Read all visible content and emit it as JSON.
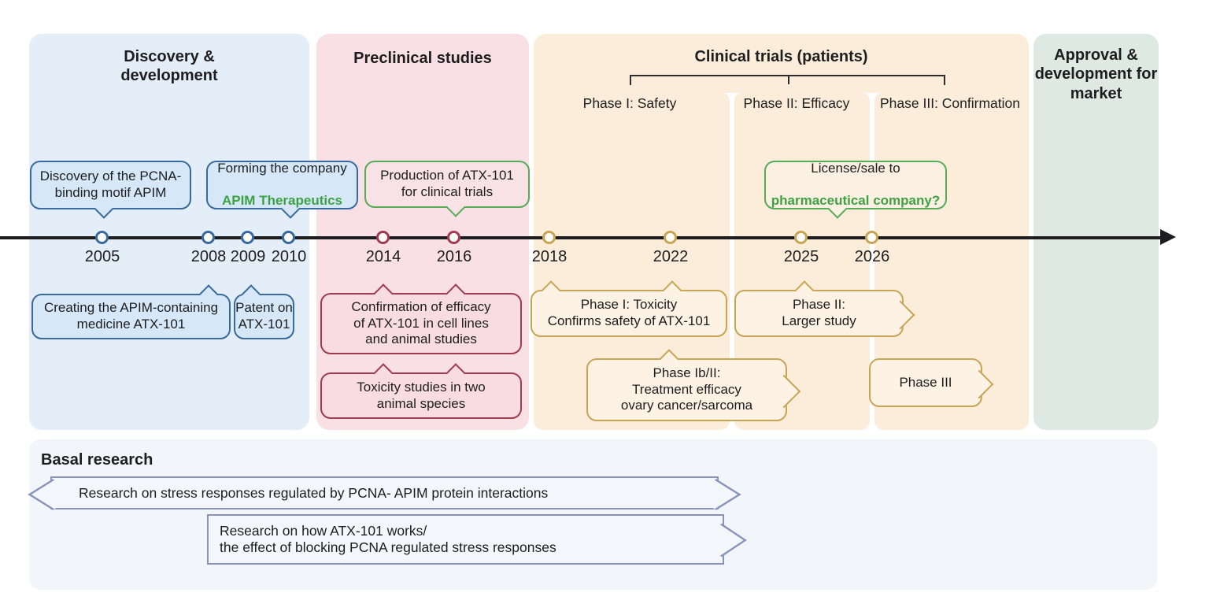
{
  "sections": {
    "discovery": {
      "title": "Discovery &\ndevelopment"
    },
    "preclinical": {
      "title": "Preclinical studies"
    },
    "clinical": {
      "title": "Clinical trials (patients)",
      "phases": [
        {
          "label": "Phase I: Safety"
        },
        {
          "label": "Phase II: Efficacy"
        },
        {
          "label": "Phase III: Confirmation"
        }
      ]
    },
    "approval": {
      "title": "Approval &\ndevelopment for\nmarket"
    }
  },
  "timeline": {
    "years": [
      "2005",
      "2008",
      "2009",
      "2010",
      "2014",
      "2016",
      "2018",
      "2022",
      "2025",
      "2026"
    ]
  },
  "bubbles": {
    "discovery_apim": {
      "text": "Discovery of the PCNA-\nbinding motif APIM"
    },
    "forming_company": {
      "line1": "Forming the company",
      "line2": "APIM Therapeutics"
    },
    "production": {
      "text": "Production of ATX-101\nfor clinical trials"
    },
    "license_sale": {
      "line1": "License/sale to",
      "line2": "pharmaceutical company?"
    },
    "creating_medicine": {
      "text": "Creating the APIM-containing\nmedicine ATX-101"
    },
    "patent": {
      "text": "Patent on\nATX-101"
    },
    "efficacy_confirmation": {
      "text": "Confirmation of efficacy\nof ATX-101 in cell lines\nand animal studies"
    },
    "toxicity_studies": {
      "text": "Toxicity studies in two\nanimal species"
    },
    "phase1_toxicity": {
      "text": "Phase I: Toxicity\nConfirms safety of ATX-101"
    },
    "phase2_larger": {
      "text": "Phase II:\nLarger study"
    },
    "phase1b2": {
      "text": "Phase Ib/II:\nTreatment efficacy\novary cancer/sarcoma"
    },
    "phase3": {
      "text": "Phase III"
    }
  },
  "basal": {
    "title": "Basal research",
    "arrow1": "Research on stress responses regulated by PCNA- APIM protein interactions",
    "arrow2": "Research on how ATX-101 works/\nthe effect of blocking PCNA regulated stress responses"
  },
  "colors": {
    "discovery_panel": "#e4eef8",
    "preclinical_panel": "#f9e0e4",
    "clinical_panel": "#fcedda",
    "approval_panel": "#dfe9e4",
    "basal_panel": "#f2f5fa",
    "blue_accent": "#38699f",
    "maroon_accent": "#a03a50",
    "gold_accent": "#c8a455",
    "green_accent": "#55ab57",
    "green_text": "#3ea144",
    "banner_border": "#8793bd",
    "timeline": "#1d1d1f"
  }
}
